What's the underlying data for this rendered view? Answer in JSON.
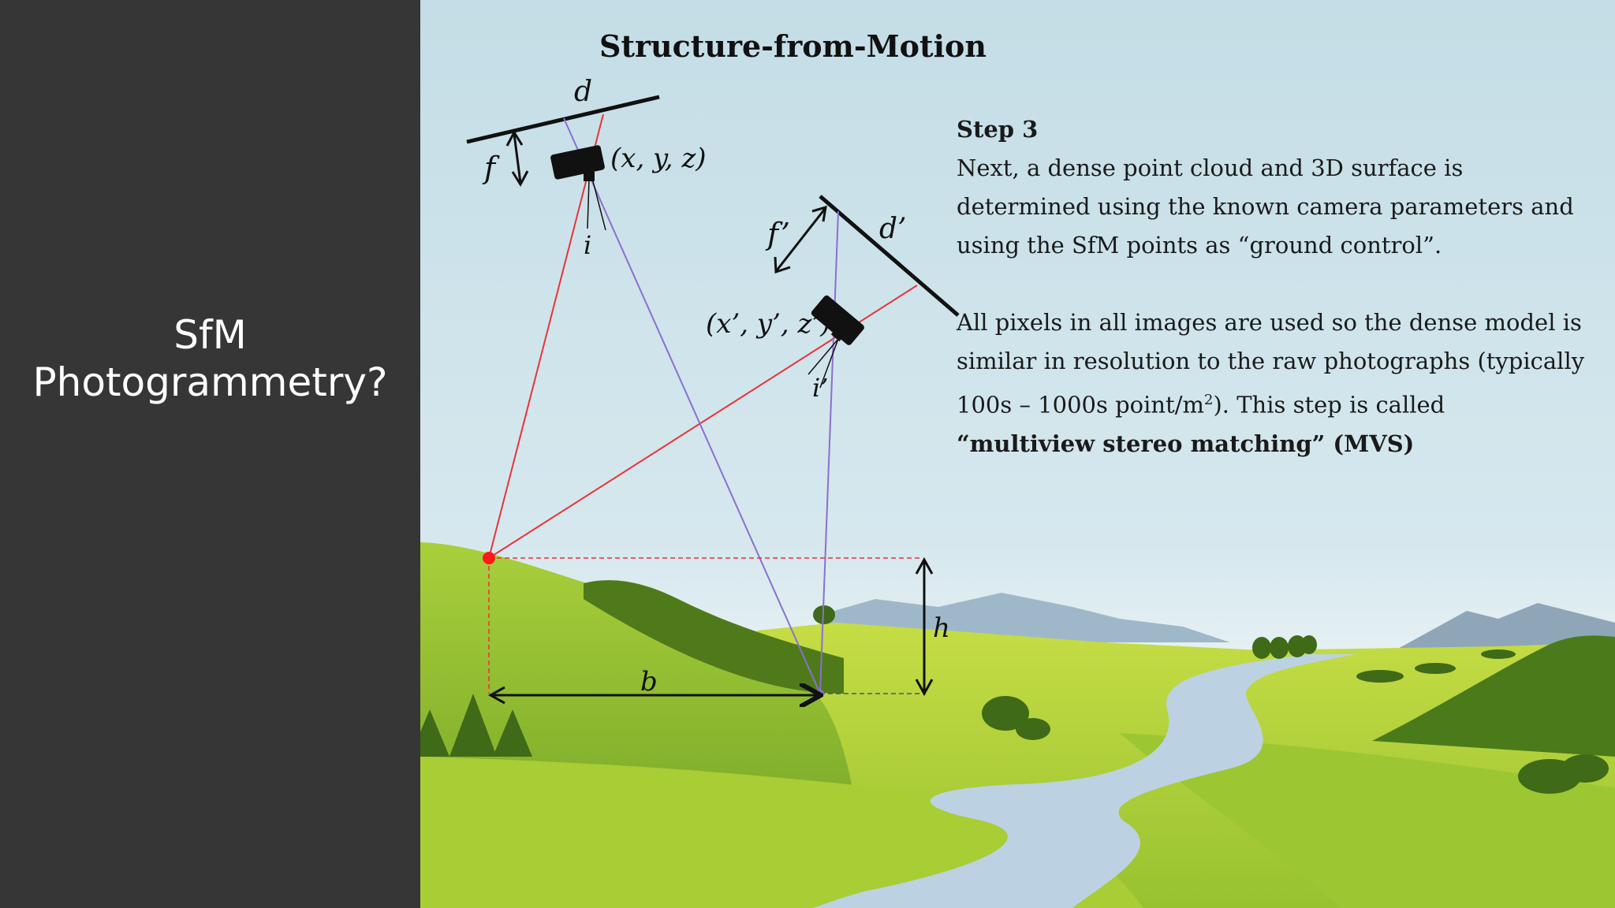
{
  "side_panel": {
    "title_line1": "SfM",
    "title_line2": "Photogrammetry?"
  },
  "slide": {
    "title": "Structure-from-Motion",
    "step_label": "Step 3",
    "paragraph1": "Next, a dense point cloud and 3D surface is determined using the known camera parameters and using the SfM points as “ground control”.",
    "paragraph2_prefix": "All pixels in all images are used so the dense model is similar in resolution to the raw photographs (typically 100s – 1000s point/m",
    "paragraph2_sup": "2",
    "paragraph2_mid": "). This step is called ",
    "paragraph2_bold": "“multiview stereo matching” (MVS)"
  },
  "diagram_labels": {
    "d": "d",
    "f": "f",
    "xyz": "(x, y, z)",
    "i": "i",
    "f_prime": "f’",
    "d_prime": "d’",
    "xyz_prime": "(x’, y’, z’)",
    "i_prime": "i’",
    "b": "b",
    "h": "h"
  },
  "colors": {
    "panel": "#363636",
    "sky_top": "#cfe3ea",
    "grass": "#8fc23a",
    "river": "#bfd3e2",
    "ray_red": "#e8333a",
    "ray_purple": "#8a6fd1"
  }
}
